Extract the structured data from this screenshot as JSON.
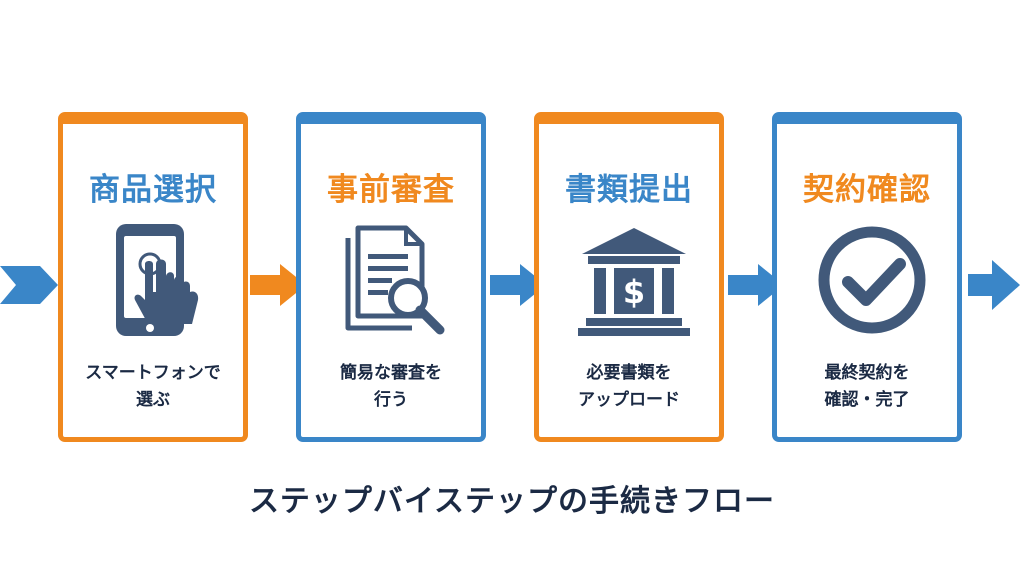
{
  "colors": {
    "orange": "#f0891f",
    "blue": "#3a86c8",
    "navy": "#41597a",
    "text": "#1b2a44"
  },
  "steps": [
    {
      "title": "商品選択",
      "desc_line1": "スマートフォンで",
      "desc_line2": "選ぶ",
      "icon": "smartphone-tap-icon",
      "frame": "orange",
      "title_color": "blue"
    },
    {
      "title": "事前審査",
      "desc_line1": "簡易な審査を",
      "desc_line2": "行う",
      "icon": "document-search-icon",
      "frame": "blue",
      "title_color": "orange"
    },
    {
      "title": "書類提出",
      "desc_line1": "必要書類を",
      "desc_line2": "アップロード",
      "icon": "bank-dollar-icon",
      "frame": "orange",
      "title_color": "blue"
    },
    {
      "title": "契約確認",
      "desc_line1": "最終契約を",
      "desc_line2": "確認・完了",
      "icon": "check-circle-icon",
      "frame": "blue",
      "title_color": "orange"
    }
  ],
  "caption": "ステップバイステップの手続きフロー"
}
